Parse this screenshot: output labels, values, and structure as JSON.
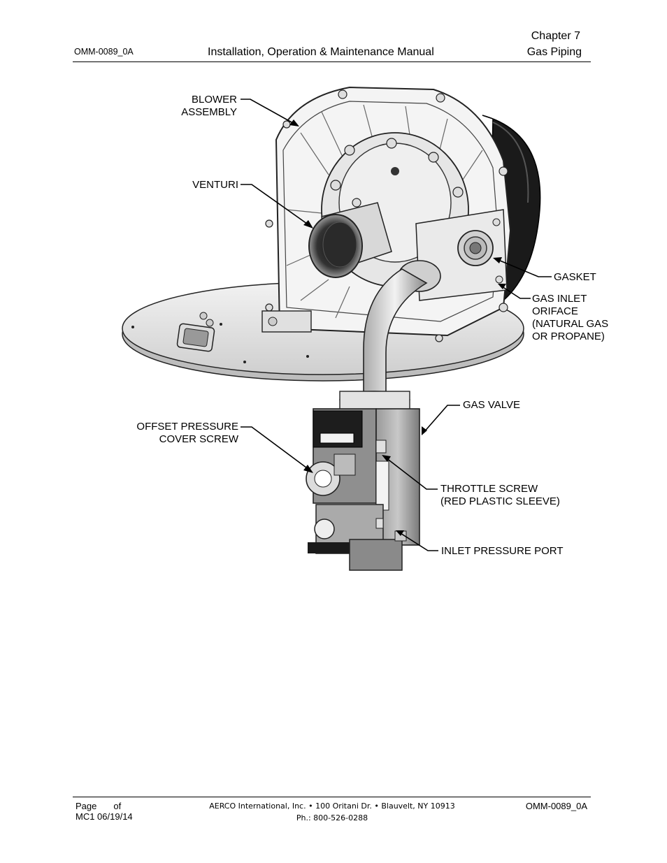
{
  "header": {
    "doc_id": "OMM-0089_0A",
    "title": "Installation, Operation & Maintenance Manual",
    "chapter": "Chapter 7",
    "section": "Gas Piping"
  },
  "figure": {
    "callouts": {
      "blower_assembly": [
        "BLOWER",
        "ASSEMBLY"
      ],
      "venturi": "VENTURI",
      "gasket": "GASKET",
      "gas_inlet_orifice": [
        "GAS INLET",
        "ORIFACE",
        "(NATURAL GAS",
        "OR PROPANE)"
      ],
      "gas_valve": "GAS VALVE",
      "offset_pressure_cover_screw": [
        "OFFSET PRESSURE",
        "COVER SCREW"
      ],
      "throttle_screw": [
        "THROTTLE SCREW",
        "(RED PLASTIC SLEEVE)"
      ],
      "inlet_pressure_port": "INLET PRESSURE PORT"
    }
  },
  "footer": {
    "page_label": "Page",
    "of_label": "of",
    "revision": "MC1 06/19/14",
    "address_line1": "AERCO International, Inc. • 100 Oritani Dr. •  Blauvelt, NY 10913",
    "address_line2": "Ph.: 800-526-0288",
    "doc_id": "OMM-0089_0A"
  }
}
